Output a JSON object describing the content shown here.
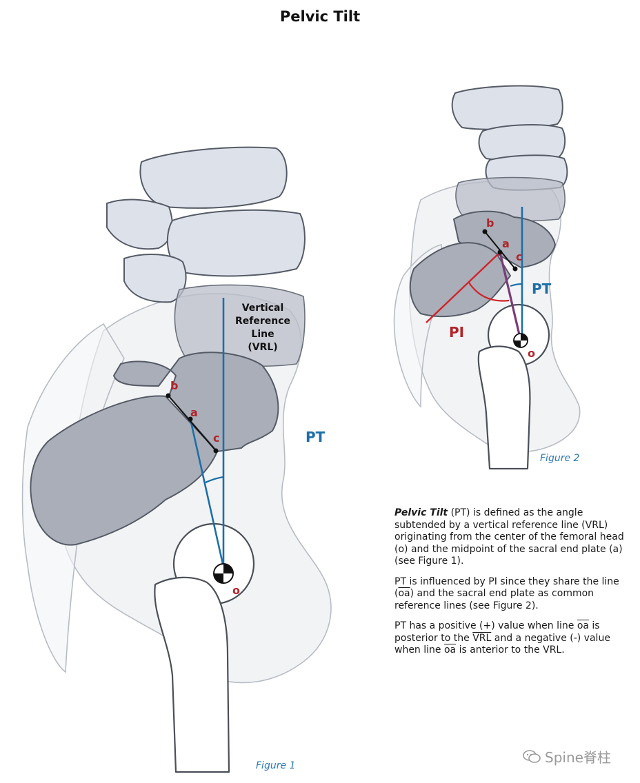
{
  "title": "Pelvic Tilt",
  "figure1": {
    "caption": "Figure 1",
    "label_b": "b",
    "label_a": "a",
    "label_c": "c",
    "label_o": "o",
    "label_pt": "PT",
    "vrl_label": [
      "Vertical",
      "Reference",
      "Line",
      "(VRL)"
    ]
  },
  "figure2": {
    "caption": "Figure 2",
    "label_b": "b",
    "label_a": "a",
    "label_c": "c",
    "label_o": "o",
    "label_pt": "PT",
    "label_pi": "PI"
  },
  "description": {
    "p1_term": "Pelvic Tilt",
    "p1_rest": " (PT) is defined as the angle subtended by a vertical reference line (VRL) originating from the center of the femoral head (o) and the midpoint of the sacral end plate (a) (see Figure 1).",
    "p2_a": "PT is influenced by PI since they share the line (",
    "p2_line": "oa",
    "p2_b": ") and the sacral end plate as common reference lines (see Figure 2).",
    "p3_a": "PT has a positive (+) value when line ",
    "p3_line1": "oa",
    "p3_b": " is posterior to the ",
    "p3_vrl": "VRL",
    "p3_c": " and a negative (-) value when line ",
    "p3_line2": "oa",
    "p3_d": " is anterior to the VRL."
  },
  "watermark": "Spine脊柱",
  "colors": {
    "blue_line": "#1d6fa8",
    "red_line": "#d2232a",
    "label_red": "#b0252b",
    "bone": "#dde1ea",
    "bone_dark": "#a9aeb8"
  }
}
